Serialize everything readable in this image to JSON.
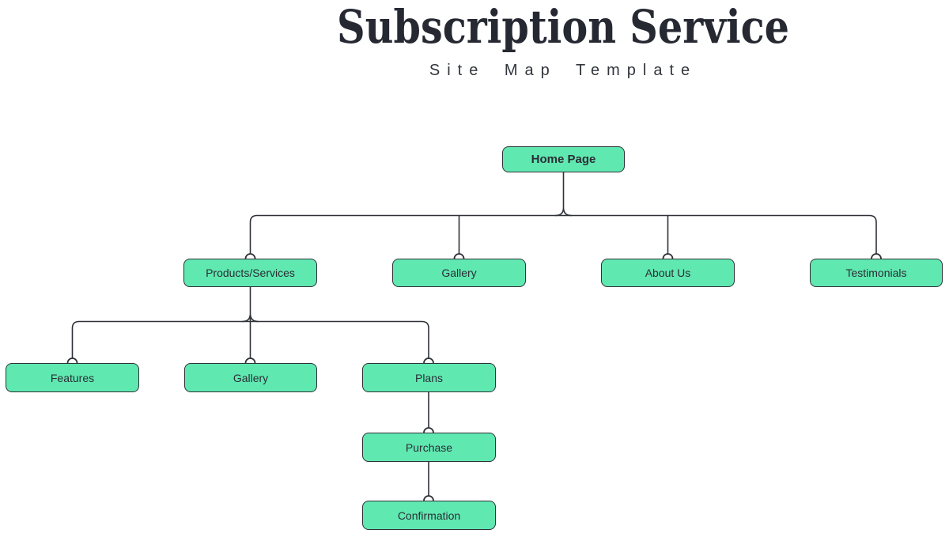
{
  "header": {
    "title": "Subscription Service",
    "subtitle": "Site Map Template"
  },
  "colors": {
    "background": "#FFFFFF",
    "node_fill": "#60E8B1",
    "node_border": "#2D3037",
    "connector_line": "#2E3138",
    "connector_dot_fill": "#FFFFFF",
    "title_text": "#262932",
    "node_text": "#2A2E35"
  },
  "sitemap": {
    "nodes": [
      {
        "id": "home",
        "label": "Home Page",
        "level": 1
      },
      {
        "id": "products",
        "label": "Products/Services",
        "level": 2
      },
      {
        "id": "gallery-top",
        "label": "Gallery",
        "level": 2
      },
      {
        "id": "about",
        "label": "About Us",
        "level": 2
      },
      {
        "id": "testimonials",
        "label": "Testimonials",
        "level": 2
      },
      {
        "id": "features",
        "label": "Features",
        "level": 3
      },
      {
        "id": "gallery-sub",
        "label": "Gallery",
        "level": 3
      },
      {
        "id": "plans",
        "label": "Plans",
        "level": 3
      },
      {
        "id": "purchase",
        "label": "Purchase",
        "level": 4
      },
      {
        "id": "confirmation",
        "label": "Confirmation",
        "level": 5
      }
    ],
    "edges": [
      {
        "from": "home",
        "to": "products"
      },
      {
        "from": "home",
        "to": "gallery-top"
      },
      {
        "from": "home",
        "to": "about"
      },
      {
        "from": "home",
        "to": "testimonials"
      },
      {
        "from": "products",
        "to": "features"
      },
      {
        "from": "products",
        "to": "gallery-sub"
      },
      {
        "from": "products",
        "to": "plans"
      },
      {
        "from": "plans",
        "to": "purchase"
      },
      {
        "from": "purchase",
        "to": "confirmation"
      }
    ]
  }
}
